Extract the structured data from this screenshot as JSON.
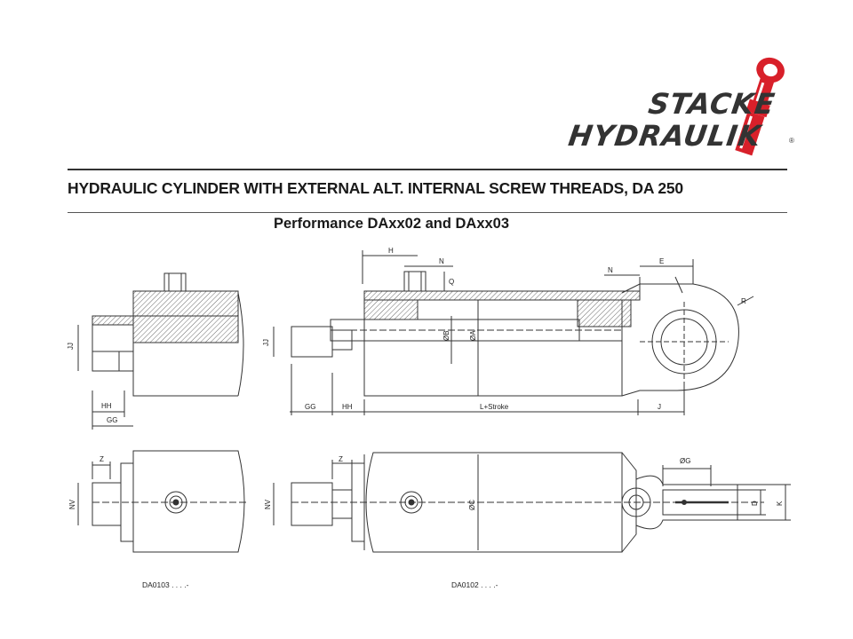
{
  "brand": {
    "line1": "STACKE",
    "line2": "HYDRAULIK",
    "registered": "®",
    "accent_color": "#d8202a",
    "dark_color": "#333333"
  },
  "title": "HYDRAULIC CYLINDER WITH EXTERNAL ALT. INTERNAL SCREW THREADS, DA 250",
  "subtitle": "Performance DAxx02 and DAxx03",
  "dimensions": {
    "H": "H",
    "N": "N",
    "Q": "Q",
    "E": "E",
    "R": "R",
    "JJ": "JJ",
    "HH": "HH",
    "GG": "GG",
    "B": "ØB",
    "A": "ØA",
    "C": "ØC",
    "G": "ØG",
    "L_stroke": "L+Stroke",
    "J": "J",
    "Z": "Z",
    "NV": "NV",
    "D": "D",
    "K": "K"
  },
  "codes": {
    "left": "DA0103 . . . .-",
    "right": "DA0102 . . . .-"
  }
}
